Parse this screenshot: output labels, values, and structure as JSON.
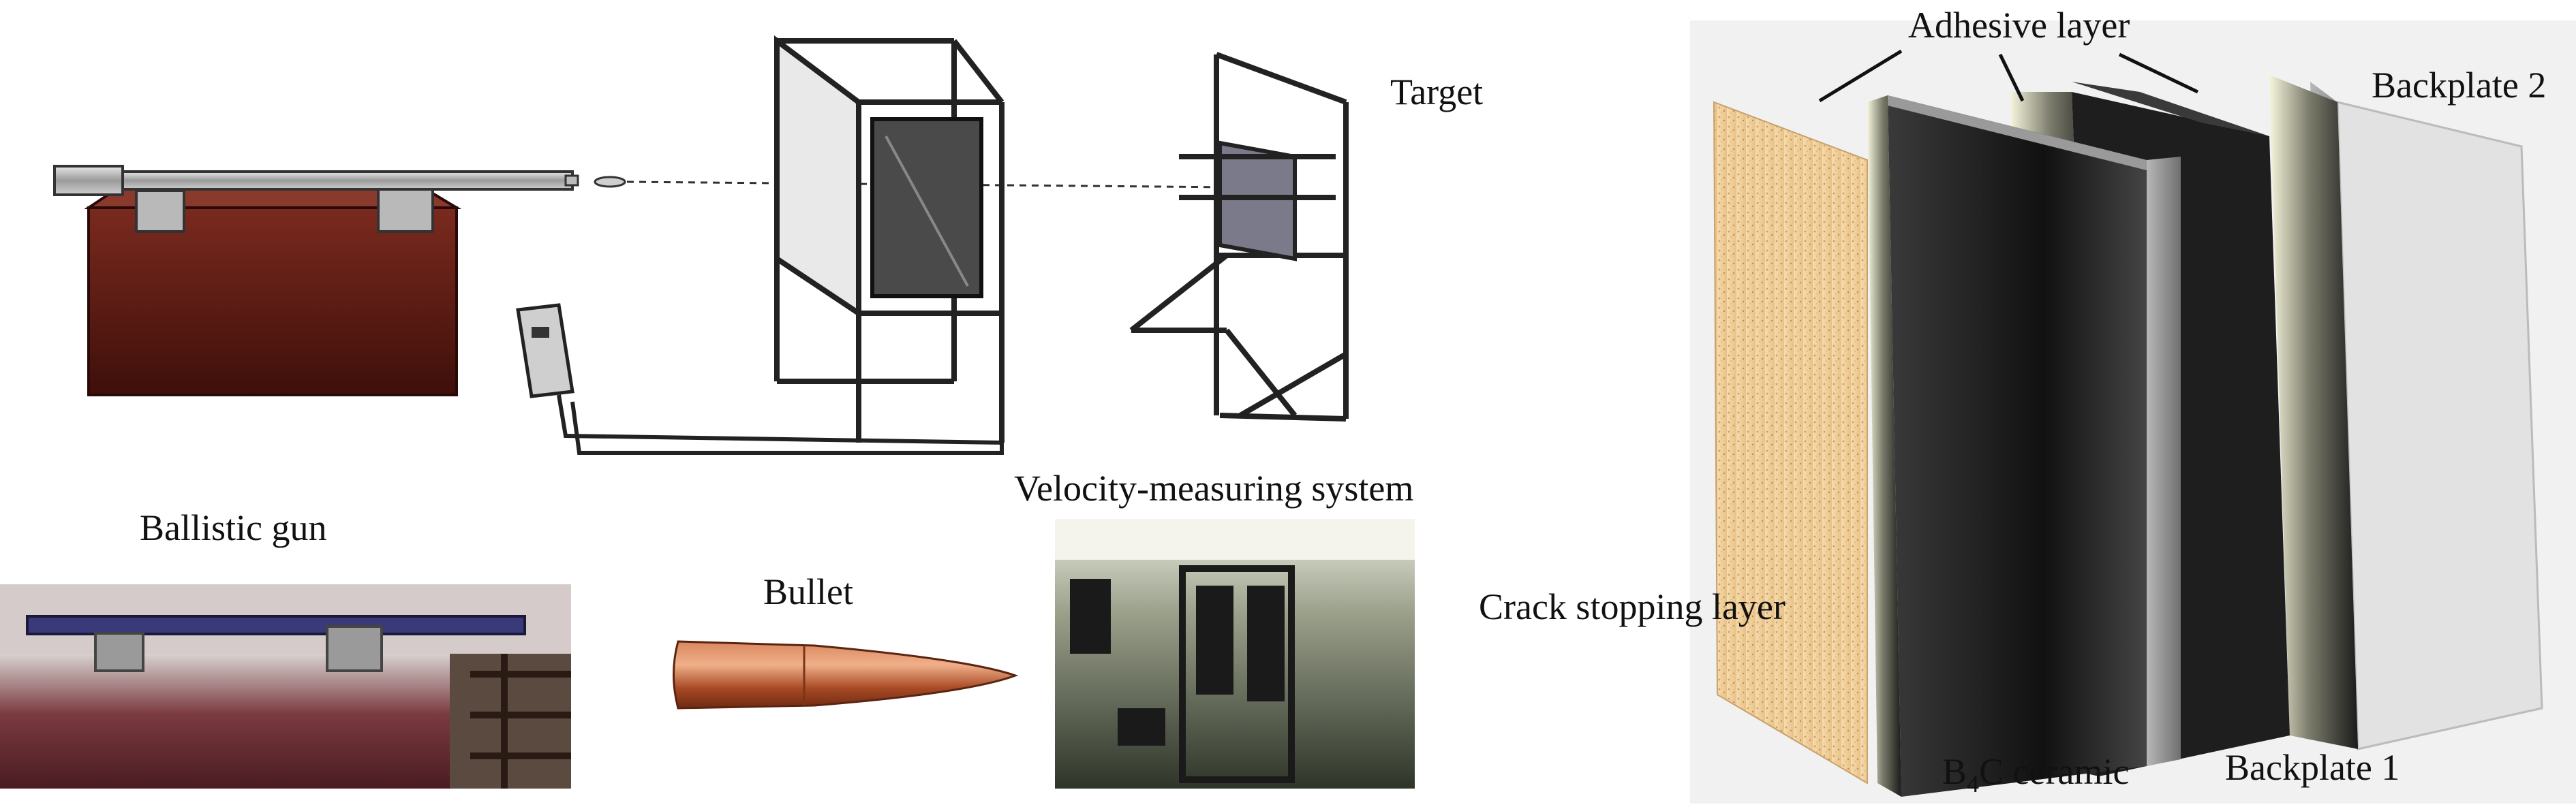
{
  "labels": {
    "target": "Target",
    "ballistic_gun": "Ballistic gun",
    "velocity_system": "Velocity-measuring system",
    "bullet": "Bullet",
    "adhesive_layer": "Adhesive layer",
    "backplate_2": "Backplate 2",
    "crack_stopping_layer": "Crack stopping layer",
    "b4c_prefix": "B",
    "b4c_subscript": "4",
    "b4c_suffix": "C ceramic",
    "backplate_1": "Backplate 1"
  },
  "colors": {
    "gun_base": "#5a1a12",
    "gun_base_front": "#6e241a",
    "bullet": "#b5552e",
    "crack_layer": "#f2d09a",
    "adhesive": "#f3f2d2",
    "ceramic": "#8a8a8a",
    "backplate_1": "#1e1e1e",
    "backplate_2": "#dcdcdc"
  }
}
